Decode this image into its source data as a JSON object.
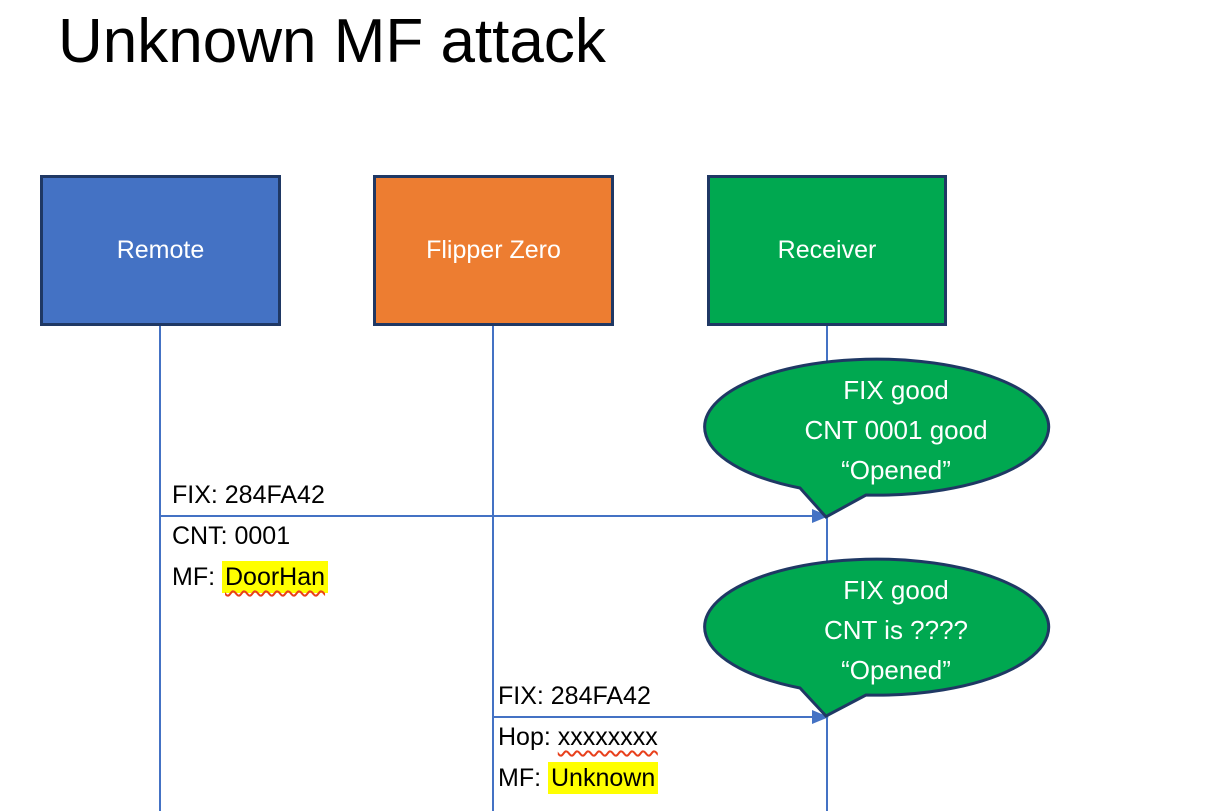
{
  "title": "Unknown MF attack",
  "colors": {
    "remote_blue": "#4472C4",
    "flipper_orange": "#ED7D31",
    "receiver_green": "#00A850",
    "outline_navy": "#1F3864",
    "line_blue": "#4472C4",
    "highlight_yellow": "#FFFF00",
    "spellcheck_red": "#E8401C",
    "text_white": "#FFFFFF",
    "text_black": "#000000"
  },
  "actors": [
    {
      "id": "remote",
      "label": "Remote",
      "color": "#4472C4"
    },
    {
      "id": "flipper-zero",
      "label": "Flipper Zero",
      "color": "#ED7D31"
    },
    {
      "id": "receiver",
      "label": "Receiver",
      "color": "#00A850"
    }
  ],
  "messages": [
    {
      "from": "Remote",
      "to": "Receiver",
      "line1": "FIX: 284FA42",
      "line2": "CNT: 0001",
      "line3_prefix": "MF: ",
      "line3_value": "DoorHan"
    },
    {
      "from": "Flipper Zero",
      "to": "Receiver",
      "line1": "FIX: 284FA42",
      "line2_prefix": "Hop: ",
      "line2_value": "xxxxxxxx",
      "line3_prefix": "MF: ",
      "line3_value": "Unknown"
    }
  ],
  "callouts": [
    {
      "line1": "FIX good",
      "line2": "CNT 0001 good",
      "line3": "“Opened”"
    },
    {
      "line1": "FIX good",
      "line2": "CNT is ????",
      "line3": "“Opened”"
    }
  ]
}
